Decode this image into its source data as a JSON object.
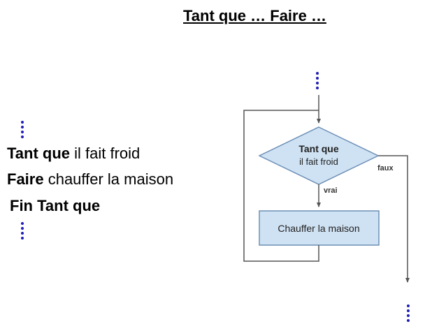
{
  "title": "Tant que … Faire …",
  "pseudocode": {
    "line1": {
      "keyword": "Tant que",
      "rest": " il fait froid"
    },
    "line2": {
      "keyword": "Faire",
      "rest": " chauffer la maison"
    },
    "line3": {
      "keyword": "Fin Tant que"
    }
  },
  "flowchart": {
    "condition_line1": "Tant que",
    "condition_line2": "il fait froid",
    "label_true": "vrai",
    "label_false": "faux",
    "action": "Chauffer la maison"
  },
  "colors": {
    "shape_fill": "#cfe2f3",
    "shape_stroke": "#6d8fb5",
    "line": "#555555",
    "dots": "#1f1fb4"
  }
}
